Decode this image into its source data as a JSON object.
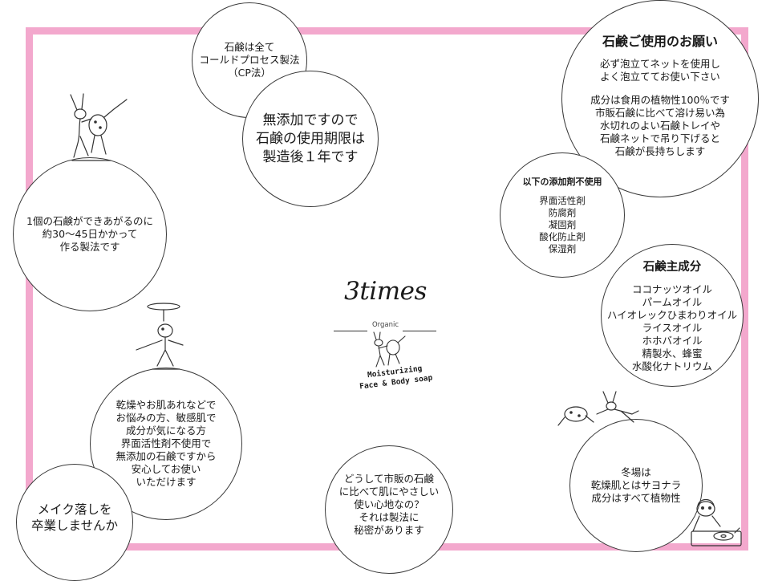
{
  "cp_circle": {
    "lines": [
      "石鹸は全て",
      "コールドプロセス製法",
      "（CP法）"
    ]
  },
  "period_circle": {
    "lines": [
      "無添加ですので",
      "石鹸の使用期限は",
      "製造後１年です"
    ]
  },
  "request_circle": {
    "title": "石鹸ご使用のお願い",
    "para1": [
      "必ず泡立てネットを使用し",
      "よく泡立ててお使い下さい"
    ],
    "para2": [
      "成分は食用の植物性100％です",
      "市販石鹸に比べて溶け易い為",
      "水切れのよい石鹸トレイや",
      "石鹸ネットで吊り下げると",
      "石鹸が長持ちします"
    ]
  },
  "additive_circle": {
    "title": "以下の添加剤不使用",
    "items": [
      "界面活性剤",
      "防腐剤",
      "凝固剤",
      "酸化防止剤",
      "保湿剤"
    ]
  },
  "process_circle": {
    "lines": [
      "1個の石鹸ができあがるのに",
      "約30～45日かかって",
      "作る製法です"
    ]
  },
  "ingredients_circle": {
    "title": "石鹸主成分",
    "items": [
      "ココナッツオイル",
      "パームオイル",
      "ハイオレックひまわりオイル",
      "ライスオイル",
      "ホホバオイル",
      "精製水、蜂蜜",
      "水酸化ナトリウム"
    ]
  },
  "sensitive_circle": {
    "lines": [
      "乾燥やお肌あれなどで",
      "お悩みの方、敏感肌で",
      "成分が気になる方",
      "界面活性剤不使用で",
      "無添加の石鹸ですから",
      "安心してお使い",
      "いただけます"
    ]
  },
  "winter_circle": {
    "lines": [
      "冬場は",
      "乾燥肌とはサヨナラ",
      "成分はすべて植物性"
    ]
  },
  "why_circle": {
    "lines": [
      "どうして市販の石鹸",
      "に比べて肌にやさしい",
      "使い心地なの？",
      "それは製法に",
      "秘密があります"
    ]
  },
  "makeup_circle": {
    "lines": [
      "メイク落しを",
      "卒業しませんか"
    ]
  },
  "logo": {
    "brand": "3times",
    "tagline": "Organic",
    "product_lines": [
      "Moisturizing",
      "Face & Body soap"
    ]
  },
  "colors": {
    "frame": "#f3a8cd",
    "ink": "#1a1a1a",
    "circle_border": "#3a3a3a"
  },
  "icons": [
    "rabbit-frog-sumo-illustration",
    "frog-umbrella-illustration",
    "rabbit-frog-lying-illustration",
    "frog-dj-illustration",
    "logo-rabbit-frog-illustration"
  ]
}
